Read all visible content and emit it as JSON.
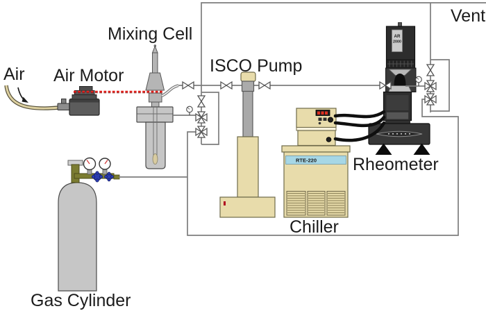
{
  "figure_type": "experimental-apparatus-schematic",
  "labels": {
    "air": "Air",
    "air_motor": "Air Motor",
    "mixing_cell": "Mixing Cell",
    "isco_pump": "ISCO Pump",
    "vent": "Vent",
    "rheometer": "Rheometer",
    "chiller": "Chiller",
    "gas_cylinder": "Gas Cylinder"
  },
  "device_markings": {
    "chiller_model": "RTE-220",
    "rheometer_model_line1": "AR",
    "rheometer_model_line2": "2000"
  },
  "components": [
    "air-supply-tube",
    "air-motor",
    "mixing-cell",
    "gas-cylinder-with-regulator",
    "isco-syringe-pump",
    "chiller-with-controller",
    "pressure-rheometer",
    "left-valve-manifold-with-bypass",
    "right-valve-manifold-with-bypass",
    "two-pressure-gauges",
    "vent-line"
  ],
  "colors": {
    "background": "#ffffff",
    "pipe_gray": "#7d7d7d",
    "equipment_beige": "#e8dcab",
    "equipment_gray": "#c6c6c6",
    "rheometer_dark": "#2d2d2d",
    "chiller_band_blue": "#a6d7e6",
    "belt_red": "#e2201c",
    "regulator_olive": "#7b7c31",
    "knob_blue": "#2b3cae",
    "led_red": "#e03020"
  }
}
